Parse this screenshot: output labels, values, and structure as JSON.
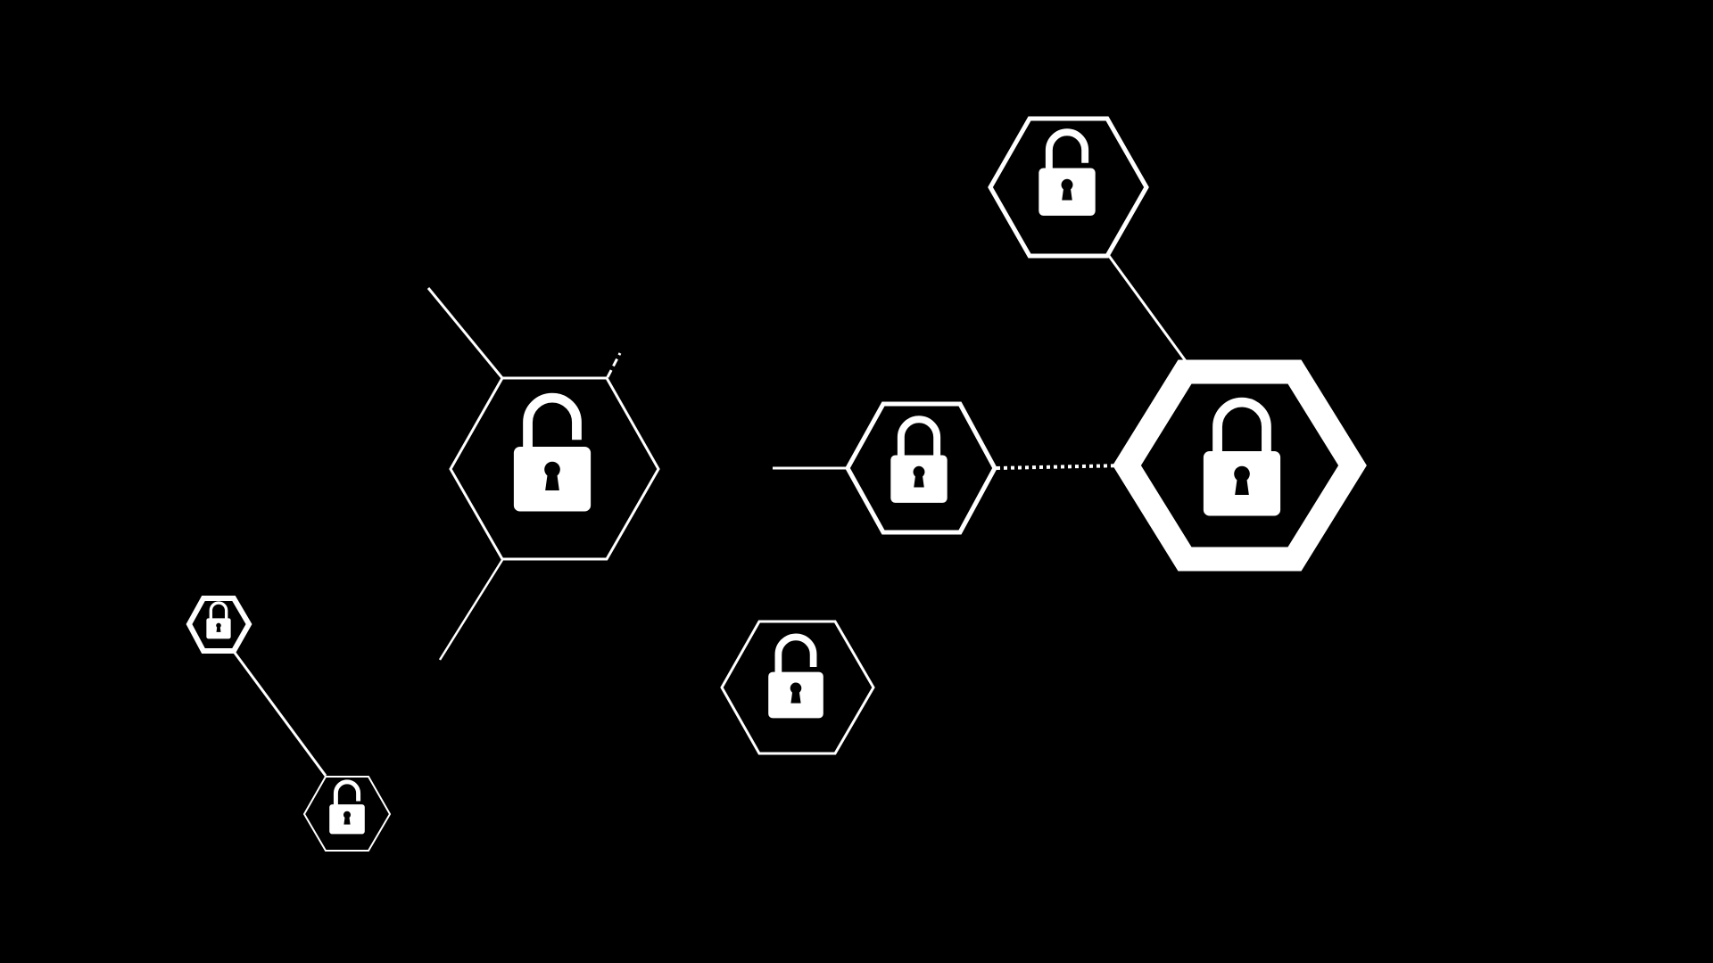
{
  "scene": {
    "background_color": "#000000",
    "line_color": "#ffffff",
    "nodes": [
      {
        "name": "hexagon-node-top-right",
        "icon": "lock-open-icon"
      },
      {
        "name": "hexagon-node-large-right",
        "icon": "lock-closed-icon"
      },
      {
        "name": "hexagon-node-middle",
        "icon": "lock-closed-icon"
      },
      {
        "name": "hexagon-node-left-center",
        "icon": "lock-open-icon"
      },
      {
        "name": "hexagon-node-bottom-center",
        "icon": "lock-open-icon"
      },
      {
        "name": "hexagon-node-small-left",
        "icon": "lock-closed-icon"
      },
      {
        "name": "hexagon-node-small-bottom-left",
        "icon": "lock-open-icon"
      }
    ]
  }
}
